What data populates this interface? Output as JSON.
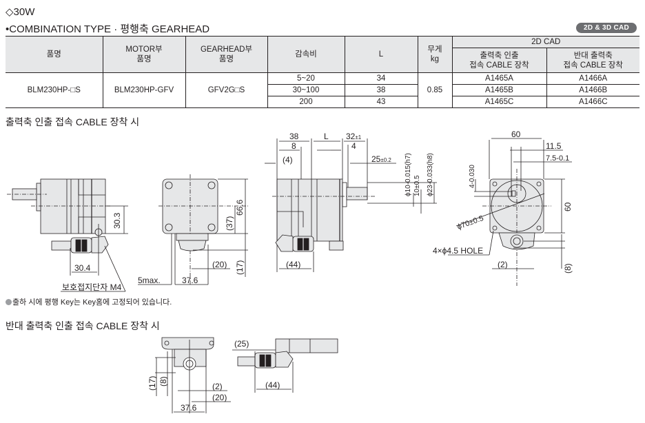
{
  "header": {
    "wattage": "◇30W",
    "type_title": "•COMBINATION TYPE · 평행축 GEARHEAD",
    "cad_badge": "2D & 3D CAD"
  },
  "table": {
    "headers": {
      "product_name": "품명",
      "motor_part_line1": "MOTOR부",
      "motor_part_line2": "품명",
      "gearhead_part_line1": "GEARHEAD부",
      "gearhead_part_line2": "품명",
      "ratio": "감속비",
      "length": "L",
      "weight_line1": "무게",
      "weight_line2": "kg",
      "cad_group": "2D CAD",
      "cad_output_line1": "출력축 인출",
      "cad_output_line2": "접속 CABLE 장착",
      "cad_opposite_line1": "반대 출력축",
      "cad_opposite_line2": "접속 CABLE 장착"
    },
    "product_name": "BLM230HP-□S",
    "motor_part": "BLM230HP-GFV",
    "gearhead_part": "GFV2G□S",
    "weight": "0.85",
    "rows": [
      {
        "ratio": "5~20",
        "length": "34",
        "cad_output": "A1465A",
        "cad_opposite": "A1466A"
      },
      {
        "ratio": "30~100",
        "length": "38",
        "cad_output": "A1465B",
        "cad_opposite": "A1466B"
      },
      {
        "ratio": "200",
        "length": "43",
        "cad_output": "A1465C",
        "cad_opposite": "A1466C"
      }
    ]
  },
  "section1": {
    "title": "출력축 인출 접속 CABLE 장착 시",
    "side_view": {
      "dim_30_3": "30.3",
      "dim_30_4": "30.4",
      "ground_label": "보호접지단자 M4"
    },
    "front_view": {
      "dim_66_6": "66.6",
      "dim_37": "(37)",
      "dim_17": "(17)",
      "dim_20": "(20)",
      "dim_37_6": "37.6",
      "dim_5max": "5max."
    },
    "gear_side_view": {
      "dim_38": "38",
      "dim_L": "L",
      "dim_32": "32",
      "dim_32_tol": "±1",
      "dim_8": "8",
      "dim_4": "4",
      "dim_4p": "(4)",
      "dim_25": "25",
      "dim_25_tol": "±0.2",
      "dim_shaft": "ϕ10-0.015(h7)",
      "dim_10": "10±0.5",
      "dim_23": "ϕ23-0.033(h8)",
      "dim_44": "(44)"
    },
    "end_view": {
      "dim_60_w": "60",
      "dim_11_5": "11.5",
      "dim_7_5": "7.5-0.1",
      "dim_4": "4-0.030",
      "dim_60_h": "60",
      "dim_70": "ϕ70±0.5",
      "hole": "4×ϕ4.5 HOLE",
      "dim_2": "(2)",
      "dim_8": "(8)"
    }
  },
  "note": "출하 시에 평행 Key는 Key홈에 고정되어 있습니다.",
  "section2": {
    "title": "반대 출력축 인출 접속 CABLE 장착 시",
    "bottom_view": {
      "dim_17": "(17)",
      "dim_8": "(8)",
      "dim_2": "(2)",
      "dim_20": "(20)",
      "dim_37_6": "37.6"
    },
    "side_view": {
      "dim_25": "(25)",
      "dim_44": "(44)"
    }
  }
}
